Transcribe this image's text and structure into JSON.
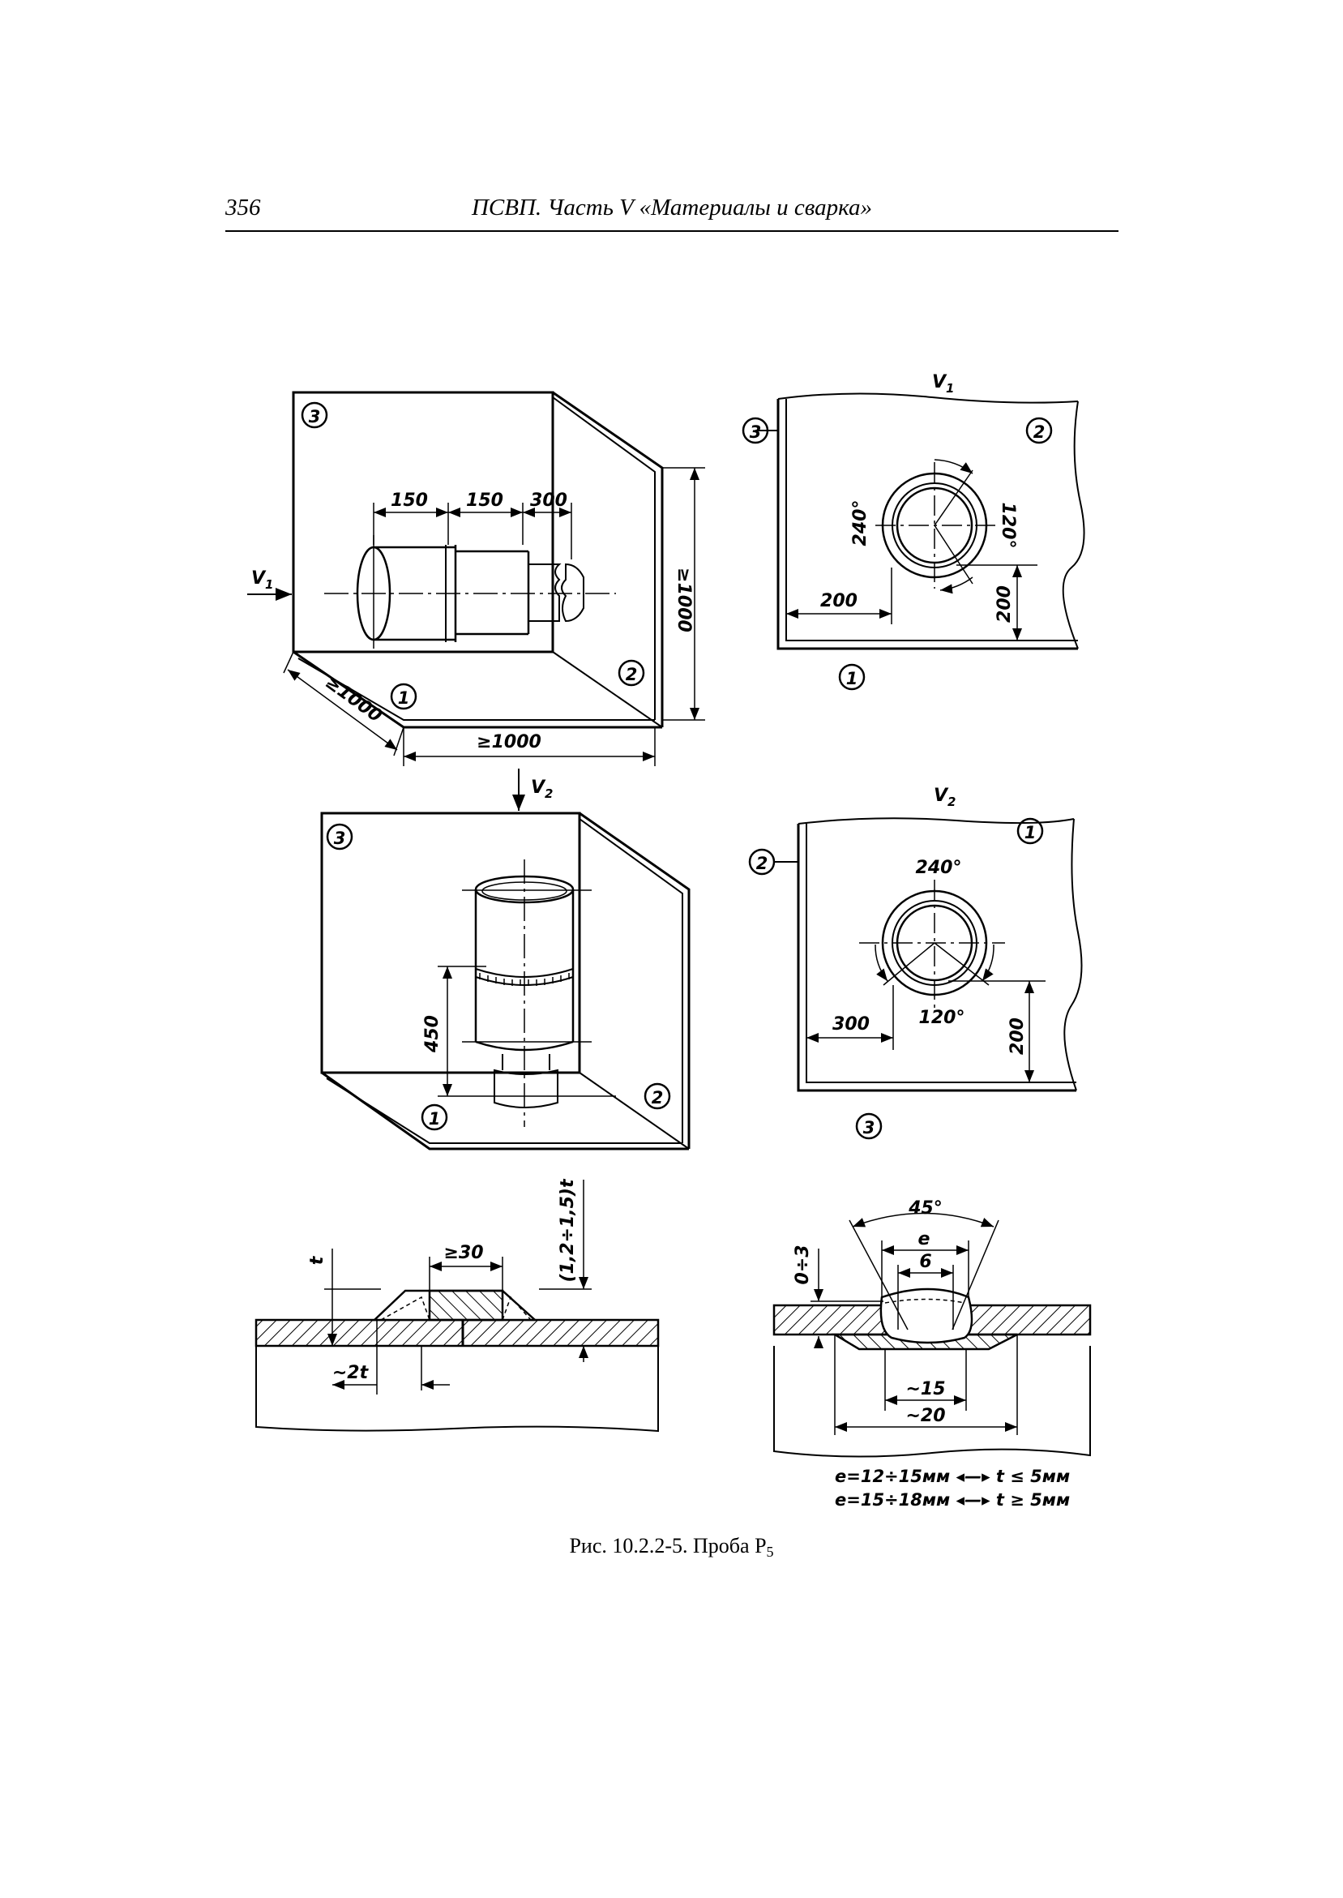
{
  "header": {
    "page_number": "356",
    "running_title": "ПСВП. Часть V «Материалы и сварка»"
  },
  "figure": {
    "caption_prefix": "Рис. 10.2.2-5. Проба Р",
    "caption_sub": "5",
    "view_top_left": {
      "plate_labels": [
        "1",
        "2",
        "3"
      ],
      "dims": [
        "150",
        "150",
        "300"
      ],
      "size_right": "≥1000",
      "size_bottom": "≥1000",
      "size_diag": "≥1000",
      "view_arrow": "V",
      "view_arrow_sub": "1"
    },
    "view_top_right": {
      "title": "V",
      "title_sub": "1",
      "plate_labels": [
        "3",
        "2",
        "1"
      ],
      "angle_a": "240°",
      "angle_b": "120°",
      "dim_h": "200",
      "dim_v": "200"
    },
    "view_mid_left": {
      "plate_labels": [
        "3",
        "1",
        "2"
      ],
      "dim": "450",
      "view_arrow": "V",
      "view_arrow_sub": "2"
    },
    "view_mid_right": {
      "title": "V",
      "title_sub": "2",
      "plate_labels": [
        "1",
        "2",
        "3"
      ],
      "angle_a": "240°",
      "angle_b": "120°",
      "dim_h": "300",
      "dim_v": "200"
    },
    "detail_left": {
      "t": "t",
      "gap": "≥30",
      "rise": "(1,2÷1,5)t",
      "offset": "~2t"
    },
    "detail_right": {
      "angle": "45°",
      "e": "e",
      "six": "6",
      "gap": "0÷3",
      "d15": "~15",
      "d20": "~20",
      "note1": "e=12÷15мм ◂—▸ t ≤ 5мм",
      "note2": "e=15÷18мм ◂—▸ t ≥ 5мм"
    }
  }
}
